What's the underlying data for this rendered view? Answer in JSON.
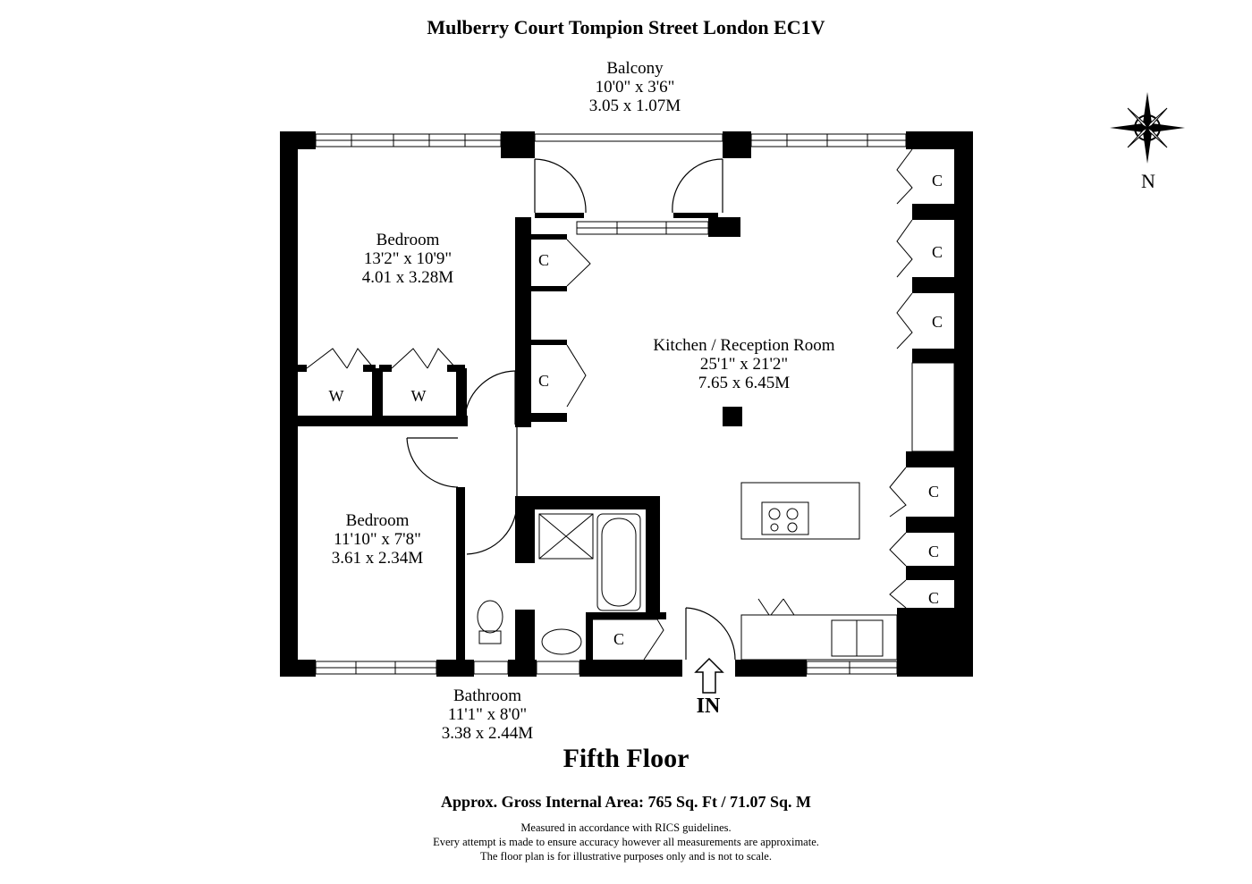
{
  "title": "Mulberry Court Tompion Street London EC1V",
  "rooms": {
    "balcony": {
      "name": "Balcony",
      "imperial": "10'0\" x 3'6\"",
      "metric": "3.05 x 1.07M"
    },
    "bedroom1": {
      "name": "Bedroom",
      "imperial": "13'2\" x 10'9\"",
      "metric": "4.01 x 3.28M"
    },
    "bedroom2": {
      "name": "Bedroom",
      "imperial": "11'10\" x 7'8\"",
      "metric": "3.61 x 2.34M"
    },
    "kitchen": {
      "name": "Kitchen / Reception Room",
      "imperial": "25'1\" x 21'2\"",
      "metric": "7.65 x 6.45M"
    },
    "bathroom": {
      "name": "Bathroom",
      "imperial": "11'1\" x 8'0\"",
      "metric": "3.38 x 2.44M"
    }
  },
  "labels": {
    "cupboard": "C",
    "wardrobe": "W",
    "entrance": "IN",
    "north": "N"
  },
  "floor_name": "Fifth Floor",
  "gross_area": "Approx. Gross Internal Area: 765 Sq. Ft / 71.07 Sq. M",
  "disclaimer": [
    "Measured in accordance with RICS guidelines.",
    "Every attempt is made to ensure accuracy however all measurements are approximate.",
    "The floor plan is for illustrative purposes only and is not to scale."
  ],
  "icons": [
    "compass-rose-icon",
    "entrance-arrow-icon",
    "hob-icon",
    "sink-icon",
    "bath-icon",
    "shower-icon",
    "toilet-icon",
    "basin-icon"
  ]
}
